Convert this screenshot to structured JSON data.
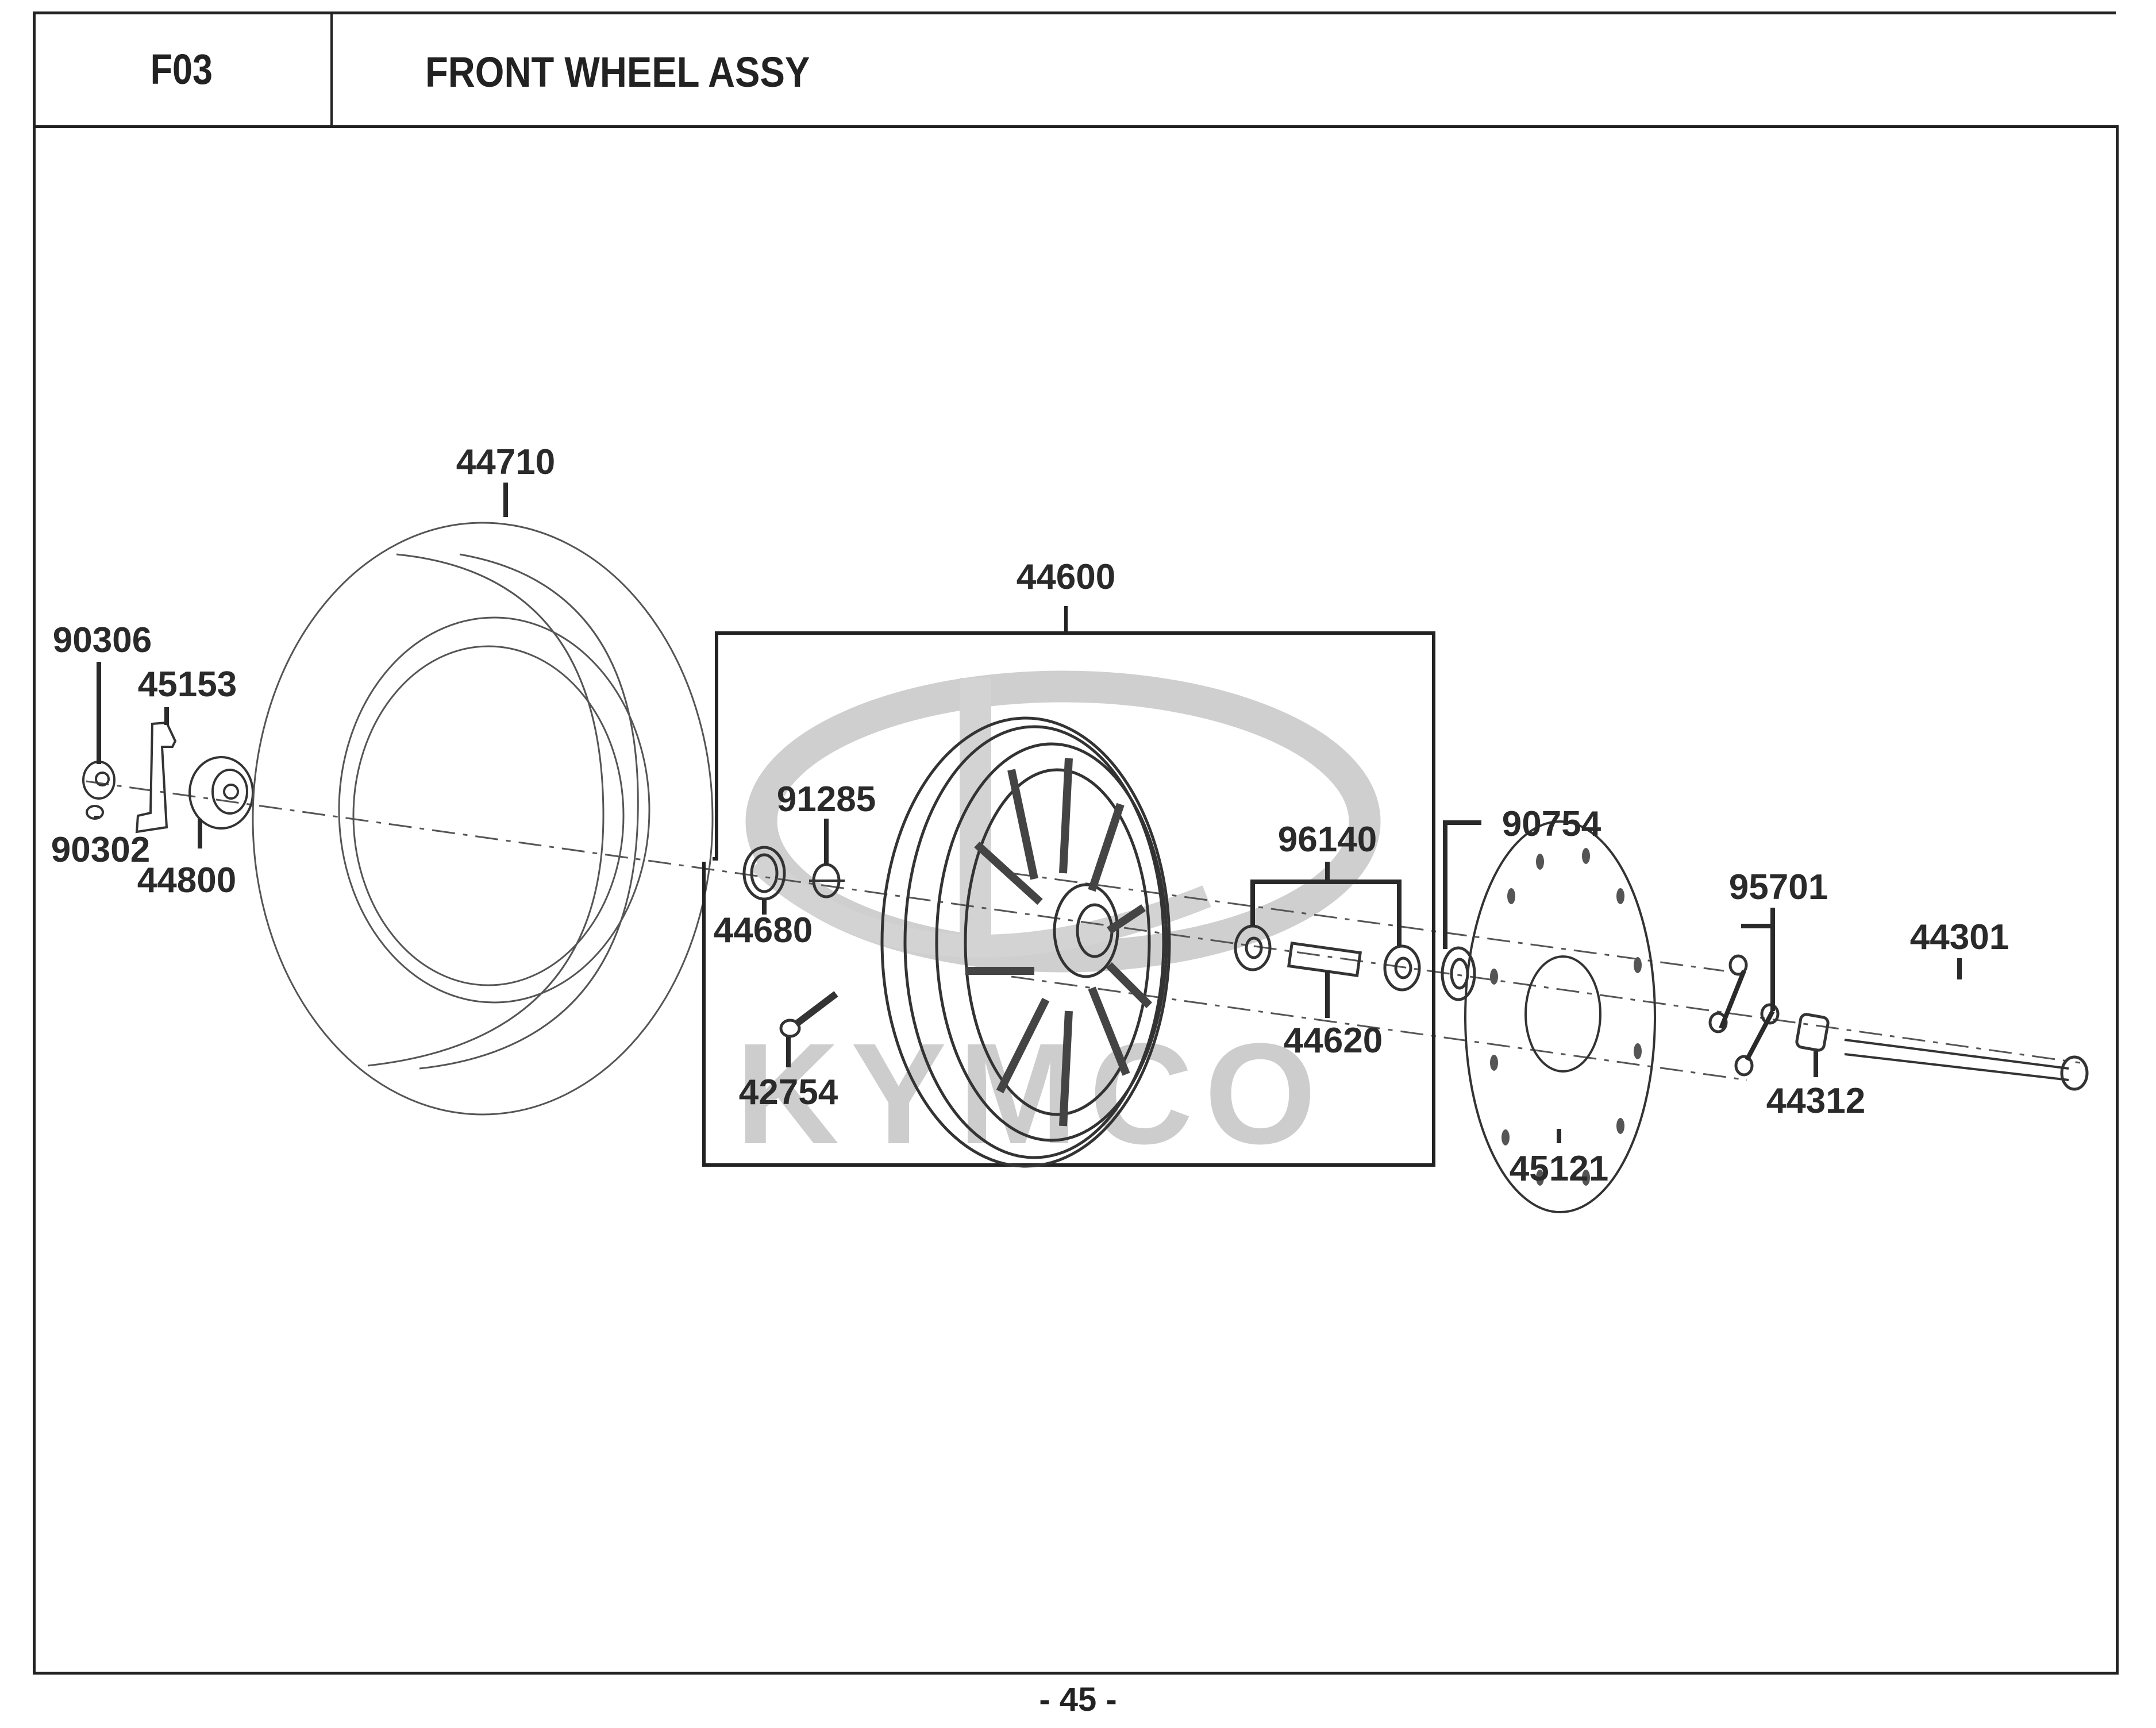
{
  "header": {
    "section_code": "F03",
    "title": "FRONT WHEEL ASSY"
  },
  "watermark": {
    "brand": "KYMCO",
    "color": "#c8c8c8"
  },
  "diagram": {
    "assembly_group": {
      "part_no": "44600",
      "contents": [
        "91285",
        "44680",
        "42754",
        "96140",
        "44620"
      ]
    },
    "callouts": [
      {
        "id": "tire",
        "part_no": "44710",
        "component": "tire"
      },
      {
        "id": "wheel-assy",
        "part_no": "44600",
        "component": "front wheel assembly"
      },
      {
        "id": "speedo-nut",
        "part_no": "90306",
        "component": "nut"
      },
      {
        "id": "bracket",
        "part_no": "45153",
        "component": "bracket"
      },
      {
        "id": "small-bolt",
        "part_no": "90302",
        "component": "bolt"
      },
      {
        "id": "speedo-gear",
        "part_no": "44800",
        "component": "speedometer gear box"
      },
      {
        "id": "retainer",
        "part_no": "91285",
        "component": "retainer"
      },
      {
        "id": "dust-seal",
        "part_no": "44680",
        "component": "dust seal"
      },
      {
        "id": "valve",
        "part_no": "42754",
        "component": "tire valve"
      },
      {
        "id": "bearings",
        "part_no": "96140",
        "component": "bearings"
      },
      {
        "id": "collar",
        "part_no": "44620",
        "component": "distance collar"
      },
      {
        "id": "oil-seal",
        "part_no": "90754",
        "component": "oil seal"
      },
      {
        "id": "disc",
        "part_no": "45121",
        "component": "brake disc"
      },
      {
        "id": "disc-bolts",
        "part_no": "95701",
        "component": "disc bolts"
      },
      {
        "id": "side-collar",
        "part_no": "44312",
        "component": "side collar"
      },
      {
        "id": "axle",
        "part_no": "44301",
        "component": "front axle"
      }
    ]
  },
  "footer": {
    "page_number": "- 45 -"
  }
}
